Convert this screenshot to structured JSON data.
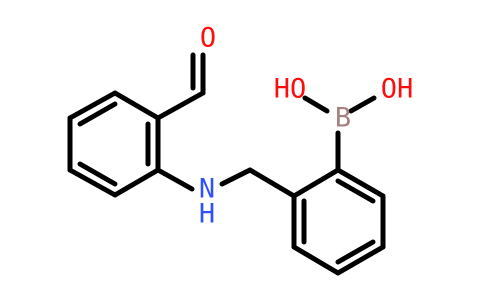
{
  "molecule": {
    "atoms": {
      "O_aldehyde": {
        "text": "O",
        "color": "#ff0d0d"
      },
      "N_amine": {
        "text": "N",
        "color": "#3050f8"
      },
      "H_amine": {
        "text": "H",
        "color": "#3050f8"
      },
      "B": {
        "text": "B",
        "color": "#a57f7f"
      },
      "OH_left": {
        "text": "HO",
        "color": "#ff0d0d"
      },
      "OH_right": {
        "text": "OH",
        "color": "#ff0d0d"
      }
    },
    "bond_color": "#000000"
  }
}
